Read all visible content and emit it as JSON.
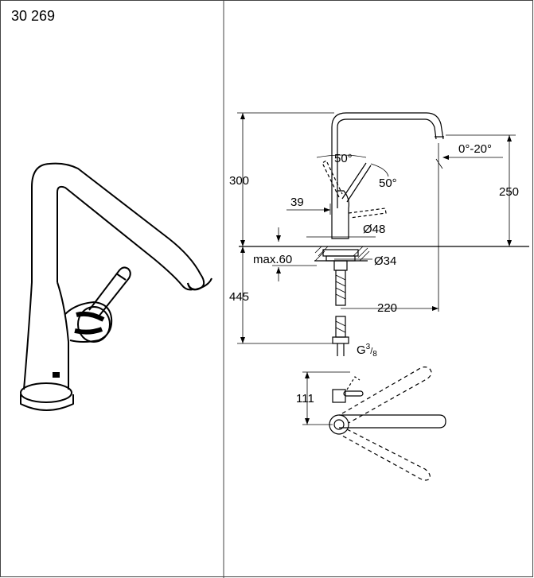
{
  "header": {
    "product_number": "30 269"
  },
  "dimensions": {
    "height_total": "300",
    "height_spout": "250",
    "angle_rotation": "0°-20°",
    "angle_lever_a": "50°",
    "angle_lever_b": "50°",
    "lever_offset": "39",
    "base_diameter": "Ø48",
    "max_deck_thickness": "max.60",
    "hole_diameter": "Ø34",
    "below_deck_length": "445",
    "spout_reach": "220",
    "thread_main": "G",
    "thread_sup": "3",
    "thread_sub": "8",
    "top_view_depth": "111"
  }
}
